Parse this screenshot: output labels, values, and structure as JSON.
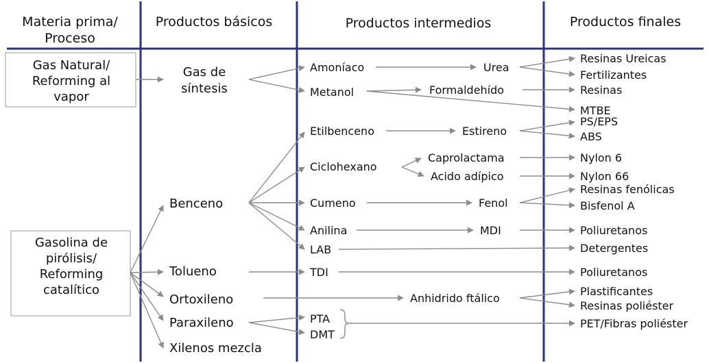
{
  "headers": {
    "col1_line1": "Materia prima/",
    "col1_line2": "Proceso",
    "col2": "Productos básicos",
    "col3": "Productos intermedios",
    "col4": "Productos finales"
  },
  "sources": {
    "gas_line1": "Gas Natural/",
    "gas_line2": "Reforming al",
    "gas_line3": "vapor",
    "gasolina_line1": "Gasolina de",
    "gasolina_line2": "pirólisis/",
    "gasolina_line3": "Reforming",
    "gasolina_line4": "catalítico"
  },
  "basic": {
    "gas_sintesis_line1": "Gas de",
    "gas_sintesis_line2": "síntesis",
    "benceno": "Benceno",
    "tolueno": "Tolueno",
    "ortoxileno": "Ortoxileno",
    "paraxileno": "Paraxileno",
    "xilenos": "Xilenos mezcla"
  },
  "intermediate": {
    "amoniaco": "Amoníaco",
    "metanol": "Metanol",
    "urea": "Urea",
    "formaldehido": "Formaldehído",
    "etilbenceno": "Etilbenceno",
    "estireno": "Estireno",
    "ciclohexano": "Ciclohexano",
    "caprolactama": "Caprolactama",
    "acido_adipico": "Acido adípico",
    "cumeno": "Cumeno",
    "fenol": "Fenol",
    "anilina": "Anilina",
    "mdi": "MDI",
    "lab": "LAB",
    "tdi": "TDI",
    "anhidrido": "Anhidrido ftálico",
    "pta": "PTA",
    "dmt": "DMT"
  },
  "final": {
    "resinas_ureicas": "Resinas Ureicas",
    "fertilizantes": "Fertilizantes",
    "resinas": "Resinas",
    "mtbe": "MTBE",
    "ps_eps": "PS/EPS",
    "abs": "ABS",
    "nylon6": "Nylon 6",
    "nylon66": "Nylon 66",
    "resinas_fenolicas": "Resinas fenólicas",
    "bisfenol": "Bisfenol A",
    "poliuretanos1": "Poliuretanos",
    "detergentes": "Detergentes",
    "poliuretanos2": "Poliuretanos",
    "plastificantes": "Plastificantes",
    "resinas_poliester": "Resinas poliéster",
    "pet": "PET/Fibras poliéster"
  },
  "colors": {
    "divider": "#2b3283",
    "arrow": "#8c8c8c",
    "box_border": "#9a9a9a",
    "text": "#111111"
  }
}
